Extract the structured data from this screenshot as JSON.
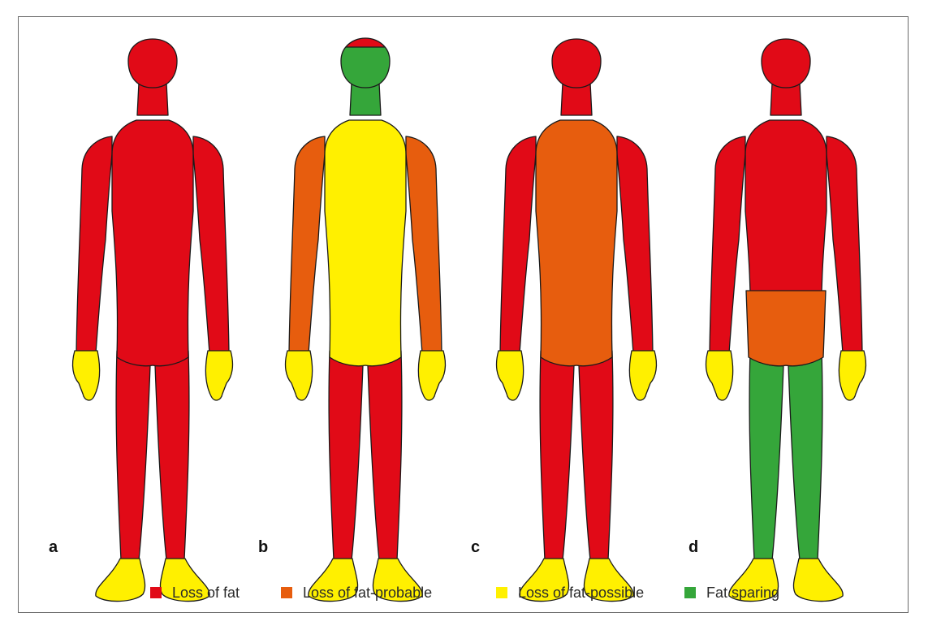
{
  "colors": {
    "loss_of_fat": "#e10a17",
    "loss_of_fat_probable": "#e75d0e",
    "loss_of_fat_possible": "#fff000",
    "fat_sparing": "#35a63a",
    "hands_feet": "#fff000",
    "outline": "#1a1a1a"
  },
  "panels": [
    {
      "letter": "a",
      "regions": {
        "head": "loss_of_fat",
        "crown": "loss_of_fat",
        "trunk": "loss_of_fat",
        "arms": "loss_of_fat",
        "legs": "loss_of_fat"
      },
      "band_style": "none"
    },
    {
      "letter": "b",
      "regions": {
        "head": "fat_sparing",
        "crown": "loss_of_fat",
        "trunk": "loss_of_fat_possible",
        "arms": "loss_of_fat_probable",
        "legs": "loss_of_fat"
      },
      "band_style": "none"
    },
    {
      "letter": "c",
      "regions": {
        "head": "loss_of_fat",
        "crown": "loss_of_fat",
        "trunk": "loss_of_fat_probable",
        "arms": "loss_of_fat",
        "legs": "loss_of_fat"
      },
      "band_style": "none"
    },
    {
      "letter": "d",
      "regions": {
        "head": "loss_of_fat",
        "crown": "loss_of_fat",
        "trunk": "loss_of_fat",
        "arms": "loss_of_fat",
        "legs": "fat_sparing",
        "hip_band": "loss_of_fat_probable"
      },
      "band_style": "hip"
    }
  ],
  "legend": [
    {
      "key": "loss_of_fat",
      "label": "Loss of fat"
    },
    {
      "key": "loss_of_fat_probable",
      "label": "Loss of fat-probable"
    },
    {
      "key": "loss_of_fat_possible",
      "label": "Loss of fat-possible"
    },
    {
      "key": "fat_sparing",
      "label": "Fat sparing"
    }
  ]
}
